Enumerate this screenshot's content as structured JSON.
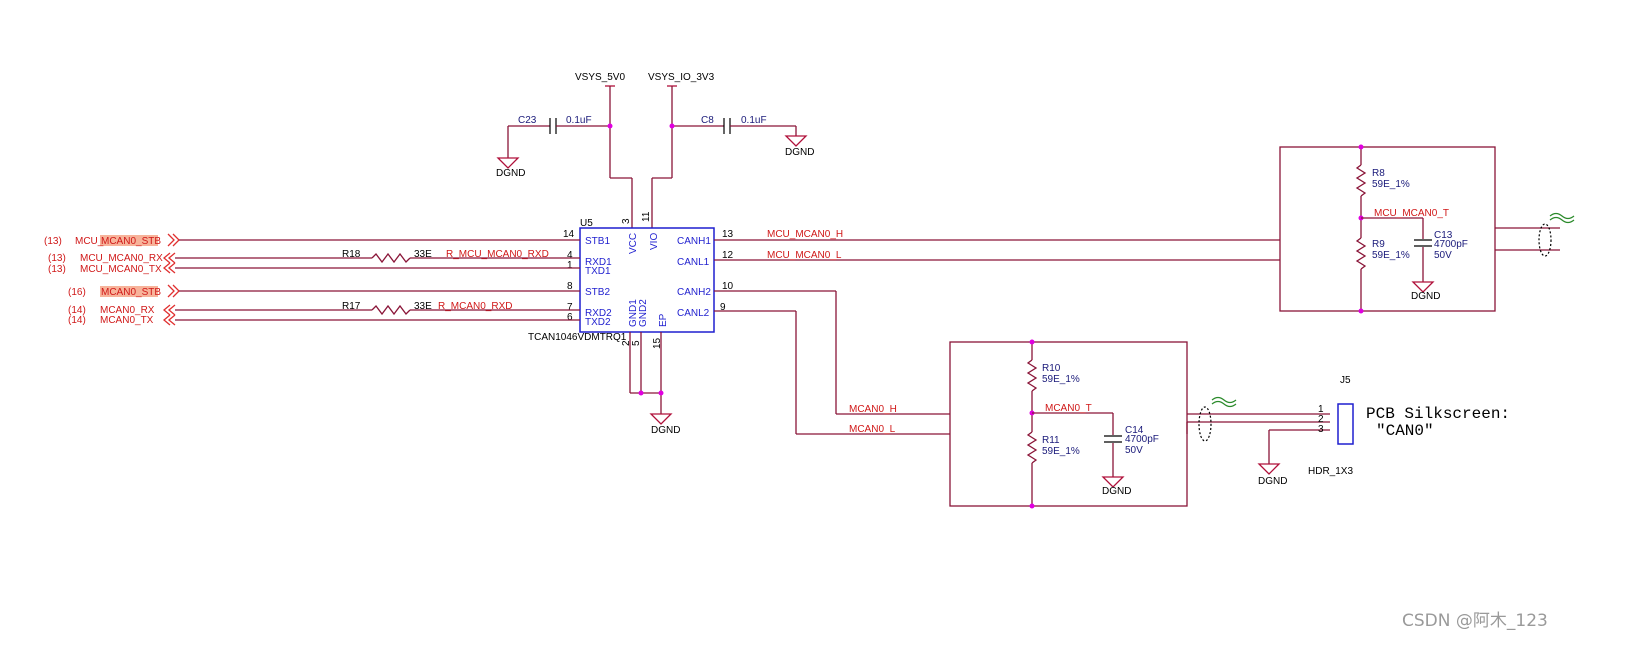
{
  "power": {
    "vsys5v0": "VSYS_5V0",
    "vsysio3v3": "VSYS_IO_3V3",
    "dgnd": "DGND"
  },
  "caps": {
    "c23": {
      "ref": "C23",
      "value": "0.1uF"
    },
    "c8": {
      "ref": "C8",
      "value": "0.1uF"
    },
    "c13": {
      "ref": "C13",
      "value": "4700pF",
      "voltage": "50V"
    },
    "c14": {
      "ref": "C14",
      "value": "4700pF",
      "voltage": "50V"
    }
  },
  "resistors": {
    "r18": {
      "ref": "R18",
      "value": "33E"
    },
    "r17": {
      "ref": "R17",
      "value": "33E"
    },
    "r8": {
      "ref": "R8",
      "value": "59E_1%"
    },
    "r9": {
      "ref": "R9",
      "value": "59E_1%"
    },
    "r10": {
      "ref": "R10",
      "value": "59E_1%"
    },
    "r11": {
      "ref": "R11",
      "value": "59E_1%"
    }
  },
  "ic": {
    "ref": "U5",
    "part": "TCAN1046VDMTRQ1",
    "pins_left": [
      {
        "num": "14",
        "name": "STB1"
      },
      {
        "num": "4",
        "name": "RXD1"
      },
      {
        "num": "1",
        "name": "TXD1"
      },
      {
        "num": "8",
        "name": "STB2"
      },
      {
        "num": "7",
        "name": "RXD2"
      },
      {
        "num": "6",
        "name": "TXD2"
      }
    ],
    "pins_right": [
      {
        "num": "13",
        "name": "CANH1"
      },
      {
        "num": "12",
        "name": "CANL1"
      },
      {
        "num": "10",
        "name": "CANH2"
      },
      {
        "num": "9",
        "name": "CANL2"
      }
    ],
    "pins_top": [
      {
        "num": "3",
        "name": "VCC"
      },
      {
        "num": "11",
        "name": "VIO"
      }
    ],
    "pins_bottom": [
      {
        "num": "2",
        "name": "GND1"
      },
      {
        "num": "5",
        "name": "GND2"
      },
      {
        "num": "15",
        "name": "EP"
      }
    ]
  },
  "ports": [
    {
      "ref": "(13)",
      "name_pre": "MCU_",
      "name_hl": "MCAN0_STB"
    },
    {
      "ref": "(13)",
      "name_pre": "MCU_MCAN0_RX",
      "name_hl": ""
    },
    {
      "ref": "(13)",
      "name_pre": "MCU_MCAN0_TX",
      "name_hl": ""
    },
    {
      "ref": "(16)",
      "name_pre": "",
      "name_hl": "MCAN0_STB"
    },
    {
      "ref": "(14)",
      "name_pre": "MCAN0_RX",
      "name_hl": ""
    },
    {
      "ref": "(14)",
      "name_pre": "MCAN0_TX",
      "name_hl": ""
    }
  ],
  "nets": {
    "r_mcu_rxd": "R_MCU_MCAN0_RXD",
    "r_rxd": "R_MCAN0_RXD",
    "mcu_h": "MCU_MCAN0_H",
    "mcu_l": "MCU_MCAN0_L",
    "mcu_t": "MCU_MCAN0_T",
    "h": "MCAN0_H",
    "l": "MCAN0_L",
    "t": "MCAN0_T"
  },
  "connector": {
    "ref": "J5",
    "part": "HDR_1X3",
    "pins": [
      "1",
      "2",
      "3"
    ]
  },
  "silkscreen": {
    "line1": "PCB Silkscreen:",
    "line2": "\"CAN0\""
  },
  "watermark": "CSDN @阿木_123",
  "colors": {
    "wire": "#8a1538",
    "net_label": "#d01818",
    "pin_text": "#1f1fcf",
    "junction": "#e000e0",
    "highlight": "#f7b39a"
  }
}
